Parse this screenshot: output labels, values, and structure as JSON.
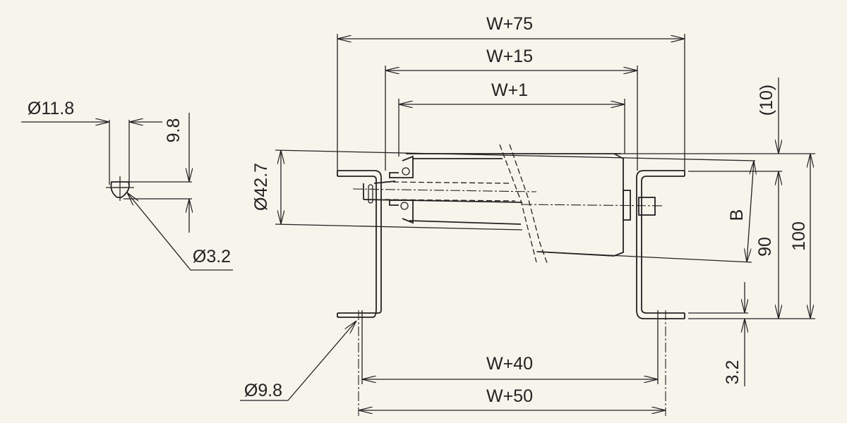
{
  "colors": {
    "background": "#f7f4ec",
    "line": "#222222"
  },
  "dimensions": {
    "w75": "W+75",
    "w15": "W+15",
    "w1": "W+1",
    "w40": "W+40",
    "w50": "W+50",
    "roller_dia": "Ø42.7",
    "shaft_dia": "Ø11.8",
    "shaft_flat": "9.8",
    "pin_hole": "Ø3.2",
    "mount_hole": "Ø9.8",
    "top_clearance": "(10)",
    "b_label": "B",
    "height_90": "90",
    "height_100": "100",
    "thickness": "3.2"
  }
}
